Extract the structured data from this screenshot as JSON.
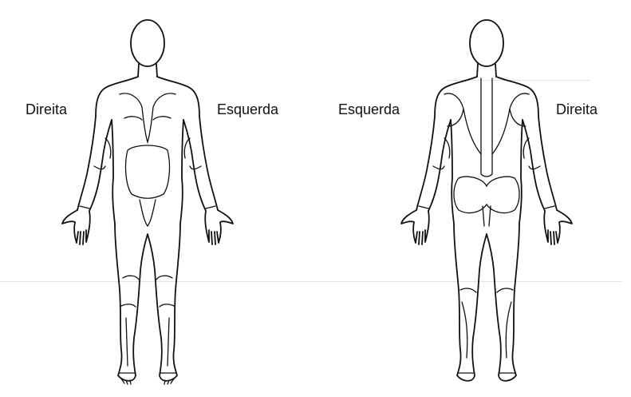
{
  "labels": {
    "front_right": "Direita",
    "front_left": "Esquerda",
    "back_left": "Esquerda",
    "back_right": "Direita"
  }
}
